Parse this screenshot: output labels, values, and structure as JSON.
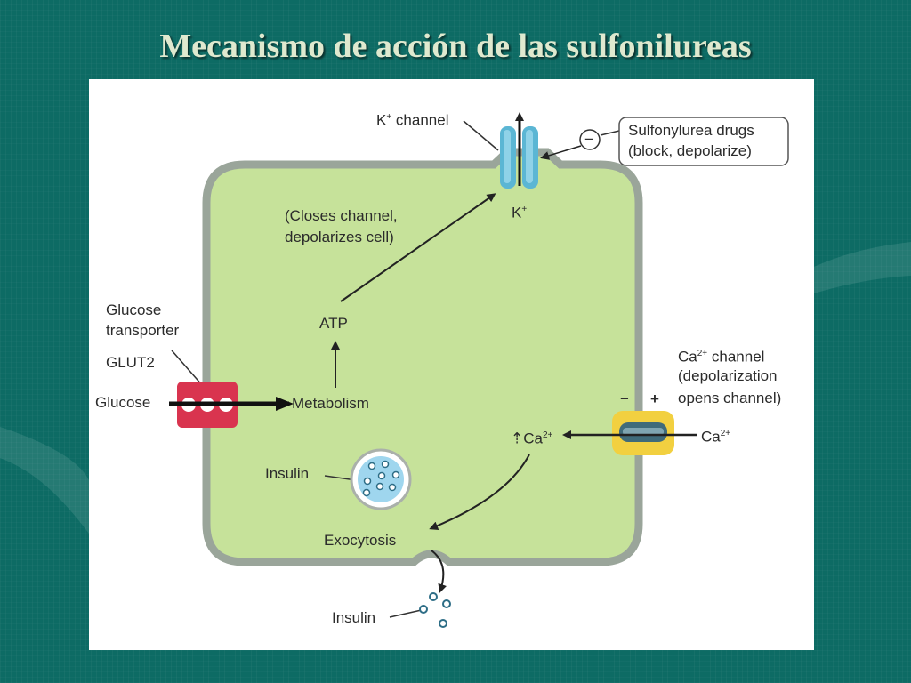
{
  "title": "Mecanismo de acción de las sulfonilureas",
  "colors": {
    "background": "#0d6b64",
    "title_text": "#dfe9cf",
    "cell_fill": "#c6e29a",
    "cell_membrane": "#9aa59a",
    "k_channel": "#5bb6d4",
    "glut2": "#d9344f",
    "ca_channel": "#f2d040",
    "insulin_granule": "#9fd6ee"
  },
  "diagram": {
    "k_channel_label": "K",
    "k_channel_label_suffix": "channel",
    "k_ion_label": "K",
    "ion_plus": "+",
    "drug_sign": "−",
    "drug_box_line1": "Sulfonylurea drugs",
    "drug_box_line2": "(block, depolarize)",
    "closes_line1": "(Closes channel,",
    "closes_line2": "depolarizes cell)",
    "atp": "ATP",
    "metabolism": "Metabolism",
    "transporter_line1": "Glucose",
    "transporter_line2": "transporter",
    "transporter_line3": "GLUT2",
    "glucose": "Glucose",
    "ca_channel_label": "Ca",
    "ca_channel_label_suffix": "channel",
    "ca_channel_line2": "(depolarization",
    "ca_channel_line3": "opens channel)",
    "ca_charge": "2+",
    "membrane_minus": "−",
    "membrane_plus": "+",
    "ca_up_arrow": "⇡",
    "ca_inside": "Ca",
    "ca_outside": "Ca",
    "insulin_inside": "Insulin",
    "exocytosis": "Exocytosis",
    "insulin_outside": "Insulin"
  }
}
